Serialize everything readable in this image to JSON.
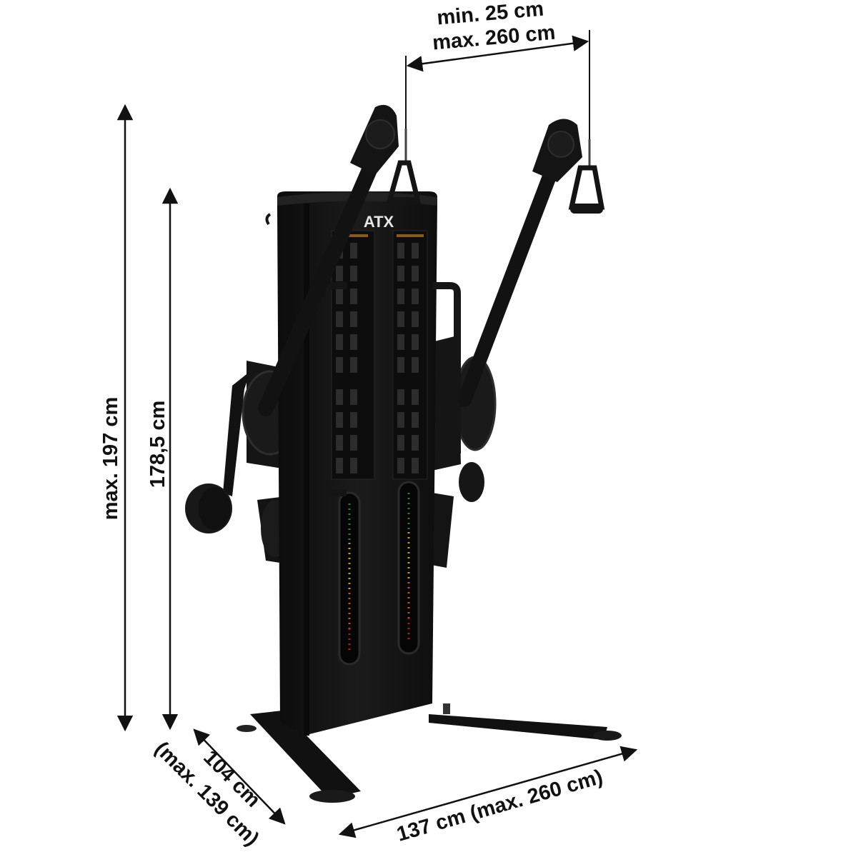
{
  "colors": {
    "machine": "#101010",
    "machine_shade": "#1c1c1c",
    "machine_edge": "#2a2a2a",
    "arrow": "#111111",
    "background": "#ffffff"
  },
  "brand": {
    "logo": "ATX"
  },
  "dimensions": {
    "top_min": "min. 25 cm",
    "top_max": "max. 260 cm",
    "height_max": "max. 197 cm",
    "height": "178,5 cm",
    "depth_line1": "104 cm",
    "depth_line2": "(max. 139 cm)",
    "width": "137 cm (max. 260 cm)"
  }
}
